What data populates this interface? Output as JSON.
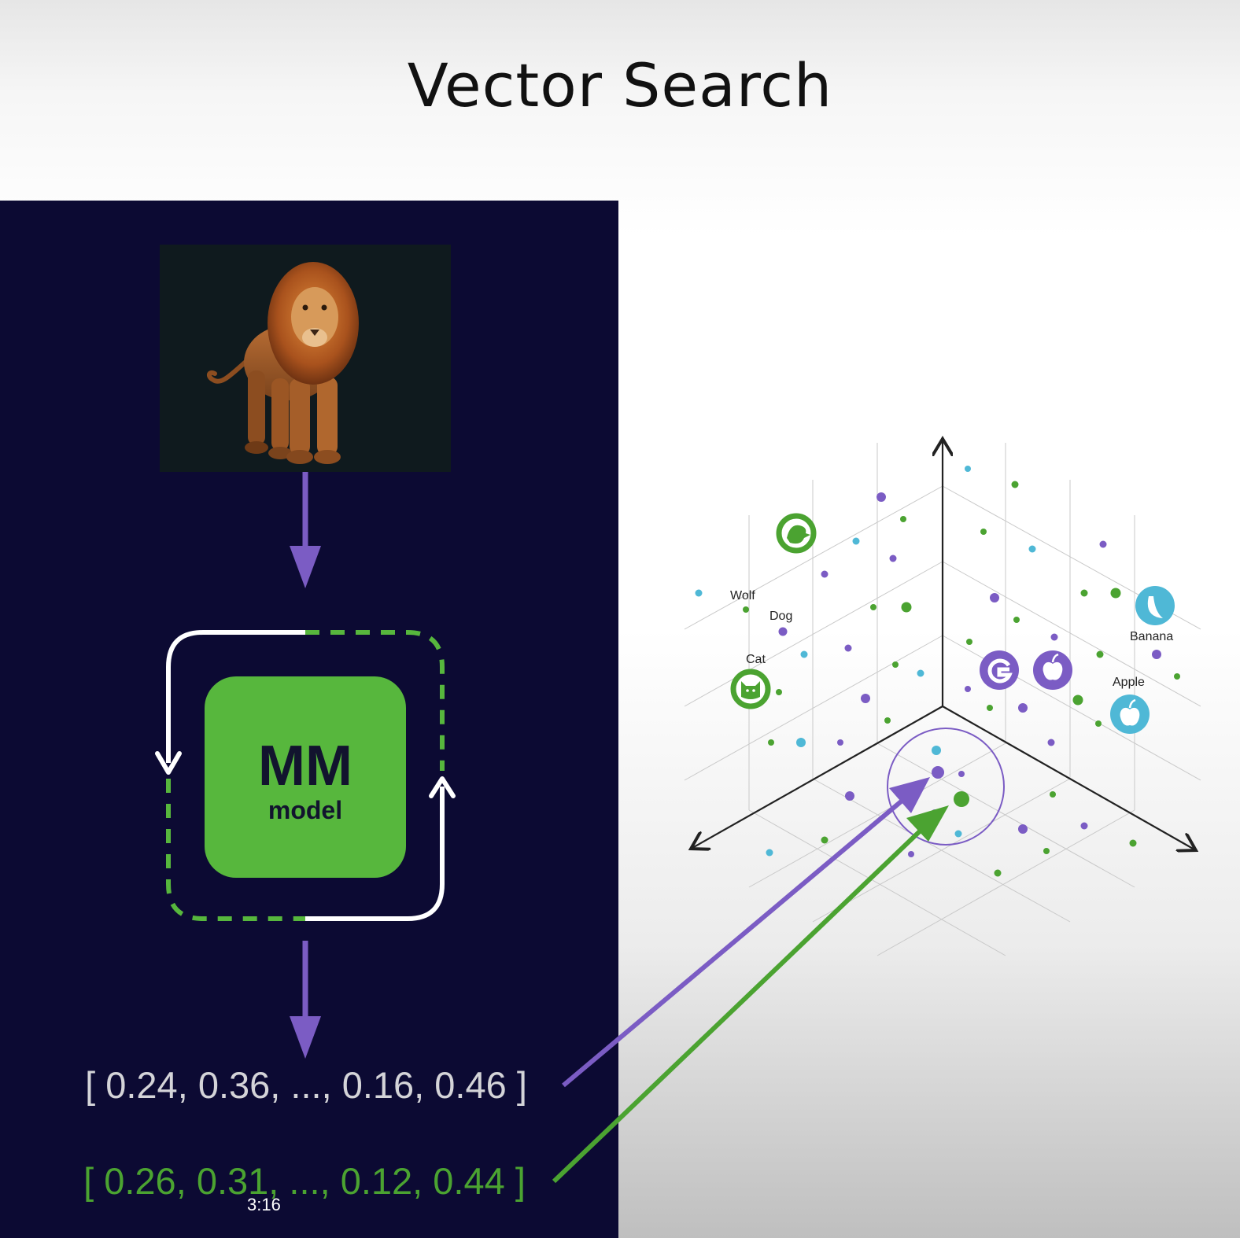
{
  "slide": {
    "title": "Vector Search",
    "timestamp": "3:16"
  },
  "input_image": {
    "subject": "lion"
  },
  "model": {
    "title": "MM",
    "subtitle": "model"
  },
  "vectors": {
    "image_embedding": "[ 0.24, 0.36, ..., 0.16, 0.46 ]",
    "match_embedding": "[ 0.26, 0.31, ..., 0.12, 0.44 ]"
  },
  "embedding_space": {
    "labels": {
      "wolf": "Wolf",
      "dog": "Dog",
      "cat": "Cat",
      "banana": "Banana",
      "apple": "Apple"
    },
    "icons": [
      "bird-icon",
      "cat-icon",
      "google-icon",
      "apple-logo-icon",
      "banana-icon",
      "apple-fruit-icon"
    ]
  },
  "colors": {
    "panel": "#0c0a33",
    "model_green": "#57b73d",
    "purple": "#7b5cc4",
    "green": "#4ba331",
    "cyan": "#4fb8d6"
  }
}
